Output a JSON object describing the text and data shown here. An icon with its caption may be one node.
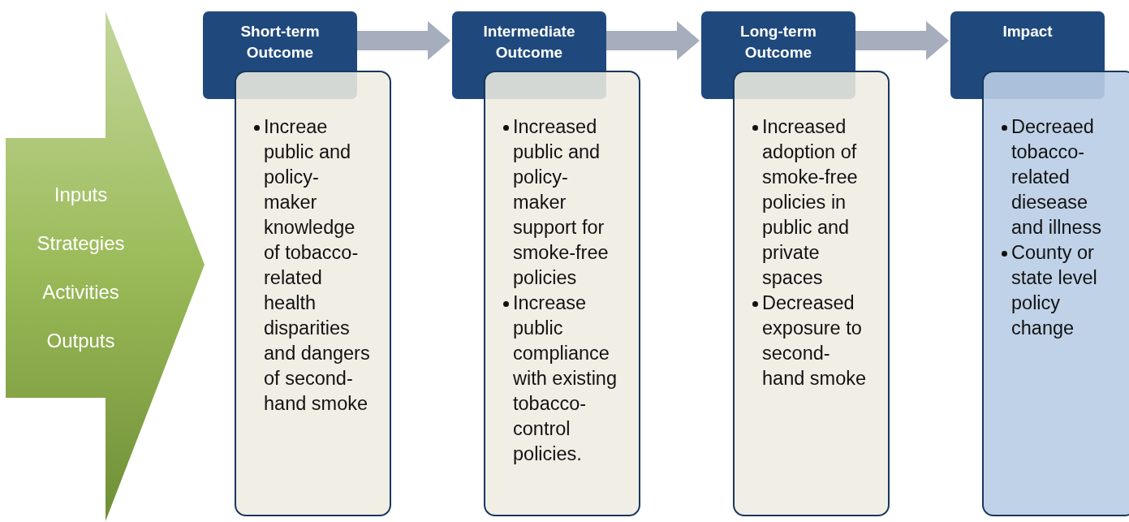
{
  "diagram": {
    "nodes": [
      {
        "text": [
          "Inputs",
          "Strategies",
          "Activities",
          "Outputs"
        ]
      },
      {
        "text": [
          "Short-term Outcome"
        ]
      },
      {
        "text": [
          "Increae public and policy-maker knowledge of tobacco-related health disparities and dangers of second-hand smoke"
        ]
      },
      {
        "text": [
          "Intermediate Outcome"
        ]
      },
      {
        "text": [
          "Increased public and policy-maker support for smoke-free policies",
          "Increase public compliance with existing tobacco-control policies."
        ]
      },
      {
        "text": [
          "Long-term Outcome"
        ]
      },
      {
        "text": [
          "Increased adoption of smoke-free policies in public and private spaces",
          "Decreased exposure to second-hand smoke"
        ]
      },
      {
        "text": [
          "Impact"
        ]
      },
      {
        "text": [
          "Decreaed tobacco-related diesease and illness",
          "County or state level policy change"
        ]
      }
    ],
    "edges": [
      {
        "from": 1,
        "to": 3,
        "arrow": "to"
      },
      {
        "from": 3,
        "to": 5,
        "arrow": "to"
      },
      {
        "from": 5,
        "to": 7,
        "arrow": "to"
      }
    ]
  }
}
